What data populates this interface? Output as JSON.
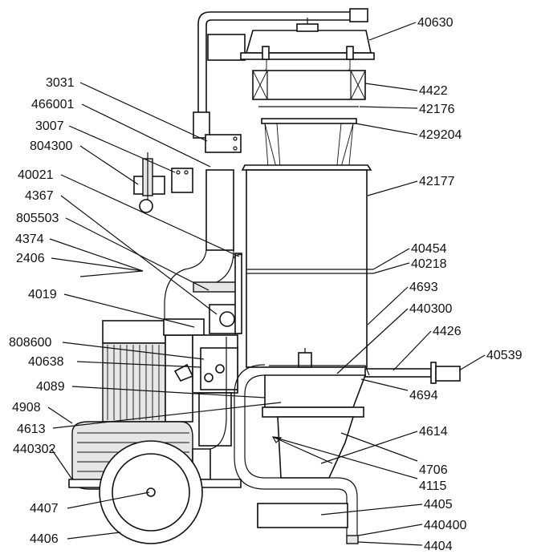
{
  "diagram": {
    "part_labels": [
      "40630",
      "4422",
      "42176",
      "429204",
      "42177",
      "3031",
      "466001",
      "3007",
      "804300",
      "40021",
      "4367",
      "805503",
      "4374",
      "2406",
      "40454",
      "40218",
      "4693",
      "4019",
      "440300",
      "4426",
      "40539",
      "808600",
      "40638",
      "4694",
      "4089",
      "4908",
      "4613",
      "440302",
      "4614",
      "4706",
      "4115",
      "4407",
      "4405",
      "440400",
      "4406",
      "4404"
    ]
  }
}
